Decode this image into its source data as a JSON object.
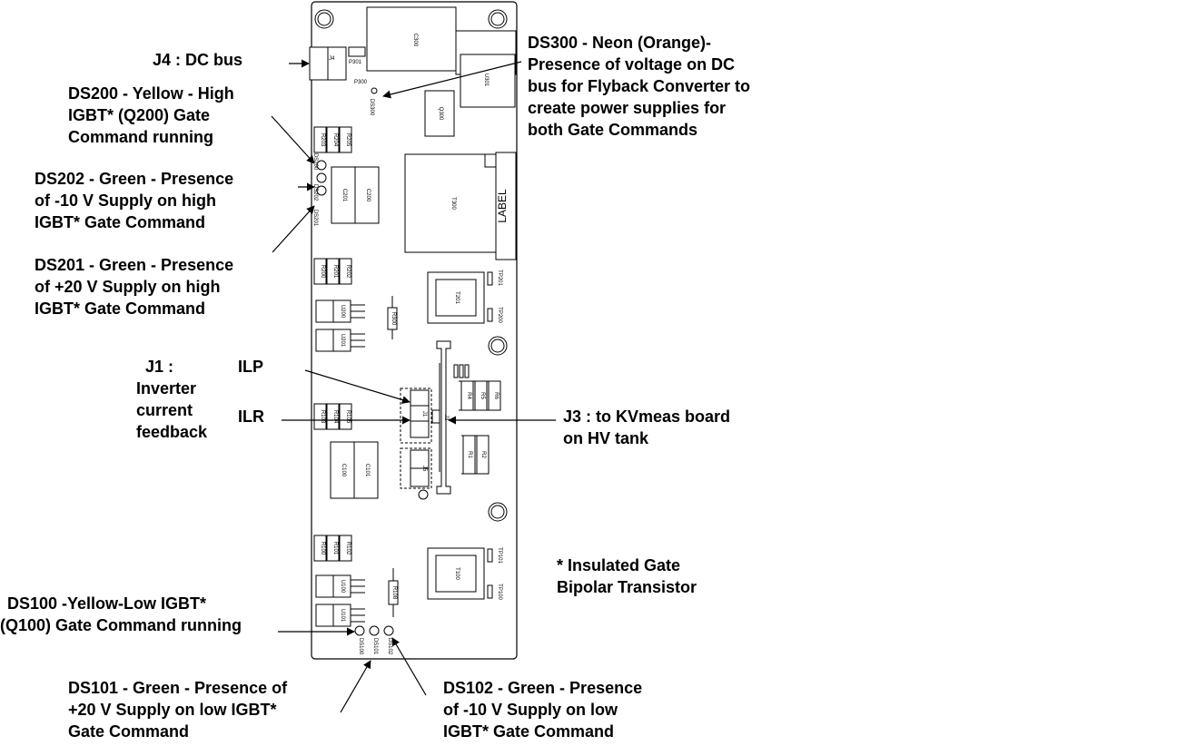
{
  "board": {
    "silk_label": "LABEL",
    "components": {
      "c300": "C300",
      "p301": "P301",
      "p300": "P300",
      "j4": "J4",
      "u301": "U301",
      "ds300": "DS300",
      "q300": "Q300",
      "r203": "R203",
      "r204": "R204",
      "r205": "R205",
      "ds200": "DS200",
      "ds202": "DS202",
      "ds201": "DS201",
      "c201": "C201",
      "c200": "C200",
      "t300": "T300",
      "r200": "R200",
      "r201": "R201",
      "r202": "R202",
      "t201": "T201",
      "tp201": "TP201",
      "tp200": "TP200",
      "u200": "U200",
      "u201": "U201",
      "r300": "R300",
      "r103": "R103",
      "r104": "R104",
      "r105": "R105",
      "j1": "J1",
      "j3": "J3",
      "j5": "J5",
      "r4": "R4",
      "r5": "R5",
      "r6": "R6",
      "r1": "R1",
      "r2": "R2",
      "c100": "C100",
      "c101": "C101",
      "r100": "R100",
      "r101": "R101",
      "r102": "R102",
      "t100": "T100",
      "tp101": "TP101",
      "tp100": "TP100",
      "u100": "U100",
      "u101": "U101",
      "r108": "R108",
      "ds100": "DS100",
      "ds101": "DS101",
      "ds102": "DS102"
    }
  },
  "annotations": {
    "j4": [
      "J4 : DC bus"
    ],
    "ds200": [
      "DS200  - Yellow - High",
      "IGBT* (Q200) Gate",
      "Command running"
    ],
    "ds202": [
      "DS202 - Green - Presence",
      "of -10 V Supply on high",
      "IGBT* Gate Command"
    ],
    "ds201": [
      "DS201 - Green - Presence",
      "of +20 V Supply on high",
      "IGBT* Gate Command"
    ],
    "ds300": [
      "DS300 - Neon  (Orange)-",
      "Presence of voltage on DC",
      "bus for Flyback Converter to",
      "create power supplies for",
      "both Gate Commands"
    ],
    "j1": [
      "J1 :",
      "Inverter",
      "current",
      "feedback"
    ],
    "ilp": "ILP",
    "ilr": "ILR",
    "j3": [
      "J3 : to KVmeas board",
      "on HV tank"
    ],
    "igbt_note": [
      "* Insulated Gate",
      "Bipolar Transistor"
    ],
    "ds100": [
      "DS100 -Yellow-Low IGBT*",
      "(Q100) Gate Command running"
    ],
    "ds101": [
      "DS101 - Green - Presence of",
      "+20 V Supply on low IGBT*",
      "Gate Command"
    ],
    "ds102": [
      "DS102 - Green - Presence",
      "of -10 V Supply on low",
      "IGBT* Gate Command"
    ]
  }
}
